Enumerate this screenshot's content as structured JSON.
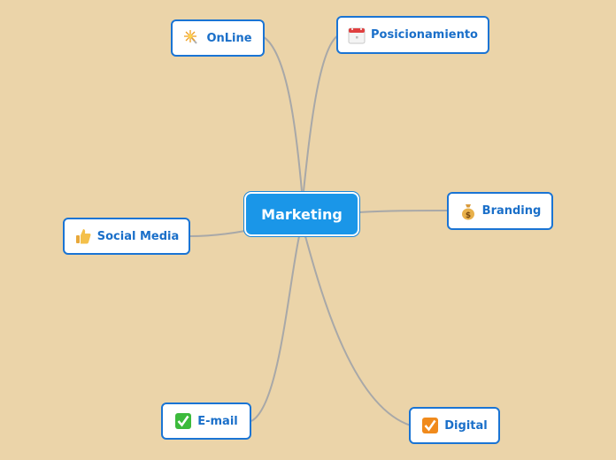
{
  "center": {
    "label": "Marketing"
  },
  "nodes": {
    "online": {
      "label": "OnLine",
      "icon": "sparkler-icon"
    },
    "posicionamiento": {
      "label": "Posicionamiento",
      "icon": "calendar-icon"
    },
    "branding": {
      "label": "Branding",
      "icon": "money-bag-icon"
    },
    "social_media": {
      "label": "Social Media",
      "icon": "thumbs-up-icon"
    },
    "email": {
      "label": "E-mail",
      "icon": "check-box-green-icon"
    },
    "digital": {
      "label": "Digital",
      "icon": "check-box-orange-icon"
    }
  },
  "colors": {
    "background": "#ebd4a9",
    "center_fill": "#1a96e8",
    "node_border": "#1a74d4",
    "node_text": "#1a6fc9",
    "link": "#a8a8a8"
  }
}
